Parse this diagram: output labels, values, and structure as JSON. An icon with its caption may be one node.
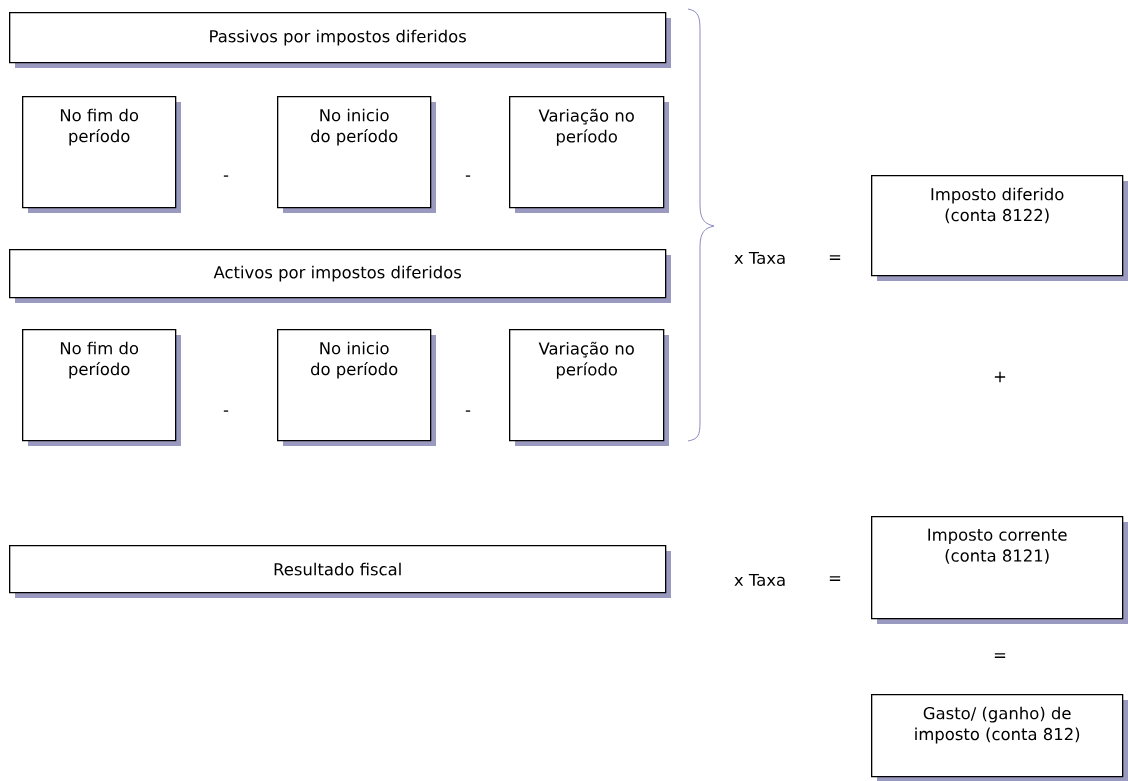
{
  "diagram": {
    "nodes": [
      {
        "text": [
          "Passivos por impostos diferidos"
        ]
      },
      {
        "text": [
          "No fim do período"
        ]
      },
      {
        "text": [
          "No inicio do período"
        ]
      },
      {
        "text": [
          "Variação no período"
        ]
      },
      {
        "text": [
          "Activos por impostos diferidos"
        ]
      },
      {
        "text": [
          "No fim do período"
        ]
      },
      {
        "text": [
          "No inicio do período"
        ]
      },
      {
        "text": [
          "Variação no período"
        ]
      },
      {
        "text": [
          "Imposto diferido (conta 8122)"
        ]
      },
      {
        "text": [
          "Resultado fiscal"
        ]
      },
      {
        "text": [
          "Imposto corrente (conta 8121)"
        ]
      },
      {
        "text": [
          "Gasto/ (ganho) de imposto (conta 812)"
        ]
      }
    ],
    "labels": [
      "-",
      "-",
      "x Taxa",
      "=",
      "+",
      "-",
      "-",
      "x Taxa",
      "=",
      "="
    ]
  }
}
